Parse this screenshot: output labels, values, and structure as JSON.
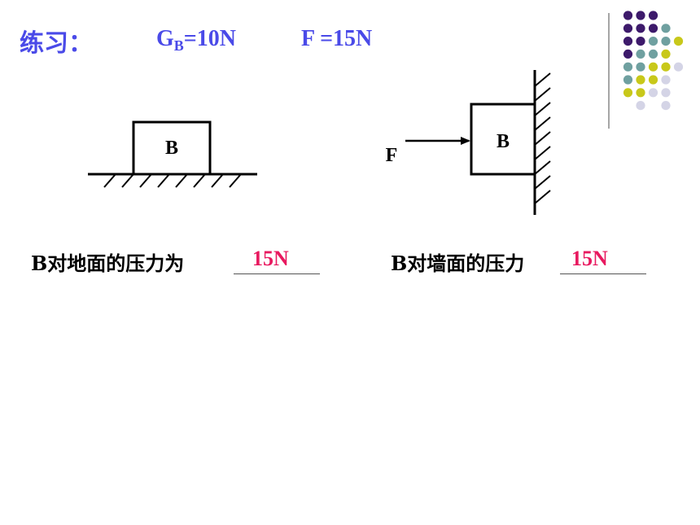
{
  "header": {
    "title": "练习：",
    "weight_label": "G",
    "weight_sub": "B",
    "weight_value": "=10N",
    "force": "F =15N"
  },
  "diagram_floor": {
    "block_label": "B"
  },
  "diagram_wall": {
    "block_label": "B",
    "force_label": "F"
  },
  "questions": [
    {
      "text": "B对地面的压力为",
      "answer": "15N"
    },
    {
      "text": "B对墙面的压力",
      "answer": "15N"
    }
  ],
  "colors": {
    "title": "#4a4ae8",
    "answer": "#e8195f",
    "dot_purple": "#3d1a6b",
    "dot_teal": "#6fa0a0",
    "dot_yellow": "#c8c81a",
    "dot_lavender": "#d4d4e6"
  }
}
